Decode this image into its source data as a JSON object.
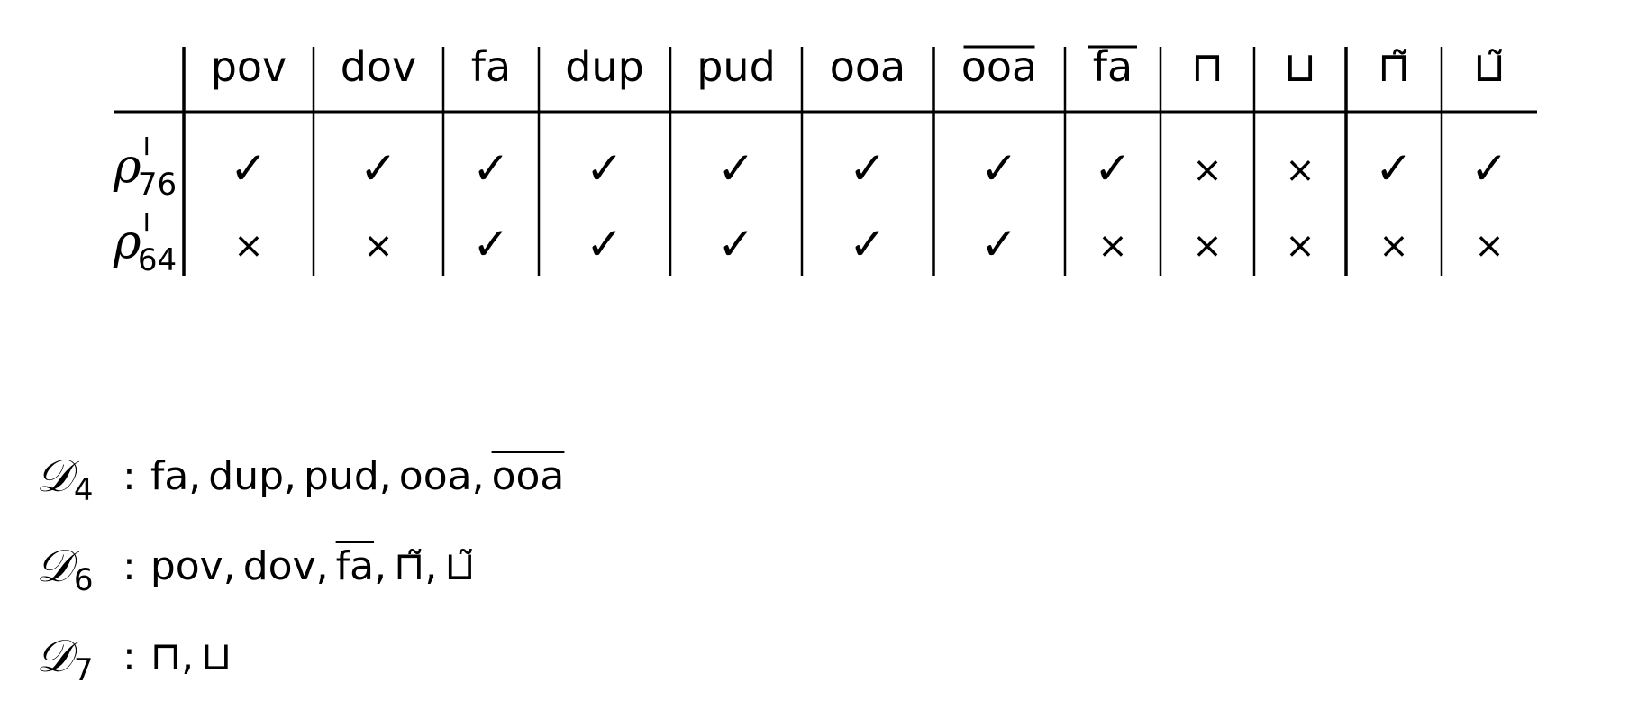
{
  "table": {
    "columns": [
      {
        "label": "pov",
        "style": "plain"
      },
      {
        "label": "dov",
        "style": "plain"
      },
      {
        "label": "fa",
        "style": "plain"
      },
      {
        "label": "dup",
        "style": "plain"
      },
      {
        "label": "pud",
        "style": "plain"
      },
      {
        "label": "ooa",
        "style": "plain"
      },
      {
        "label": "ooa",
        "style": "overline"
      },
      {
        "label": "fa",
        "style": "overline"
      },
      {
        "label": "⊓",
        "style": "plain"
      },
      {
        "label": "⊔",
        "style": "plain"
      },
      {
        "label": "⊓̃",
        "style": "plain"
      },
      {
        "label": "⊔̃",
        "style": "plain"
      }
    ],
    "rows": [
      {
        "symbol": "ρ",
        "superscript": "I",
        "subscript": "76",
        "cells": [
          "✓",
          "✓",
          "✓",
          "✓",
          "✓",
          "✓",
          "✓",
          "✓",
          "×",
          "×",
          "✓",
          "✓"
        ]
      },
      {
        "symbol": "ρ",
        "superscript": "I",
        "subscript": "64",
        "cells": [
          "×",
          "×",
          "✓",
          "✓",
          "✓",
          "✓",
          "✓",
          "×",
          "×",
          "×",
          "×",
          "×"
        ]
      }
    ]
  },
  "definitions": [
    {
      "letter": "𝒟",
      "subscript": "4",
      "colon": ":",
      "items": [
        {
          "label": "fa",
          "style": "plain"
        },
        {
          "label": "dup",
          "style": "plain"
        },
        {
          "label": "pud",
          "style": "plain"
        },
        {
          "label": "ooa",
          "style": "plain"
        },
        {
          "label": "ooa",
          "style": "overline"
        }
      ]
    },
    {
      "letter": "𝒟",
      "subscript": "6",
      "colon": ":",
      "items": [
        {
          "label": "pov",
          "style": "plain"
        },
        {
          "label": "dov",
          "style": "plain"
        },
        {
          "label": "fa",
          "style": "overline"
        },
        {
          "label": "⊓̃",
          "style": "plain"
        },
        {
          "label": "⊔̃",
          "style": "plain"
        }
      ]
    },
    {
      "letter": "𝒟",
      "subscript": "7",
      "colon": ":",
      "items": [
        {
          "label": "⊓",
          "style": "plain"
        },
        {
          "label": "⊔",
          "style": "plain"
        }
      ]
    }
  ],
  "separator": ","
}
